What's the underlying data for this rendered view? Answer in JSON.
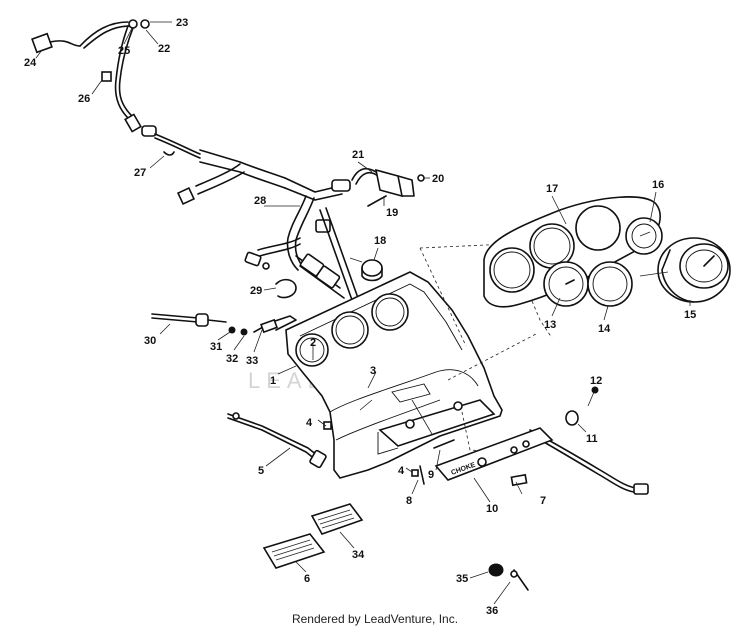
{
  "watermark": "LEADVENTURE",
  "credit": "Rendered by LeadVenture, Inc.",
  "callouts": [
    "1",
    "2",
    "3",
    "4",
    "5",
    "6",
    "7",
    "8",
    "9",
    "10",
    "11",
    "12",
    "13",
    "14",
    "15",
    "16",
    "17",
    "18",
    "19",
    "20",
    "21",
    "22",
    "23",
    "24",
    "25",
    "26",
    "27",
    "28",
    "29",
    "30",
    "31",
    "32",
    "33",
    "34",
    "35",
    "36"
  ],
  "panel_label": "CHOKE",
  "colors": {
    "line": "#111111",
    "watermark": "#d4d4d4",
    "background": "#ffffff"
  }
}
